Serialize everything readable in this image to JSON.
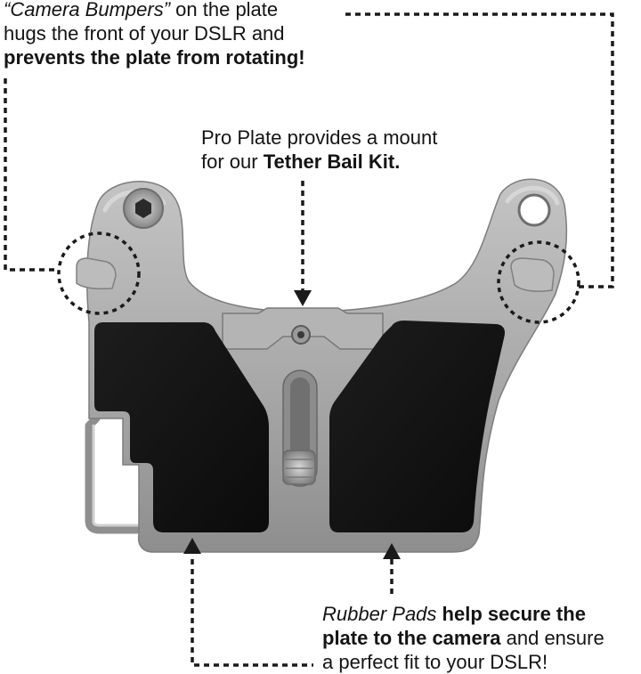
{
  "callouts": {
    "camera_bumpers": {
      "line1_italic": "“Camera Bumpers”",
      "line1_rest": " on the plate",
      "line2": "hugs the front of your DSLR and",
      "line3_bold": "prevents the plate from rotating!"
    },
    "tether_bail": {
      "line1": "Pro Plate provides a mount",
      "line2_prefix": "for our ",
      "line2_bold": "Tether Bail Kit."
    },
    "rubber_pads": {
      "line1_italic": "Rubber Pads",
      "line1_bold": " help secure the",
      "line2_bold": "plate to the camera",
      "line2_rest": " and ensure",
      "line3": "a perfect fit to your DSLR!"
    }
  },
  "colors": {
    "plate_metal": "#a9a9a9",
    "plate_highlight": "#c6c6c6",
    "rubber_pad": "#141414",
    "dotted_line": "#1a1a1a",
    "allen_key": "#b8b8b8"
  },
  "icons": {
    "bumper_marker": "dashed-circle-icon",
    "pointer": "arrow-head-icon"
  }
}
